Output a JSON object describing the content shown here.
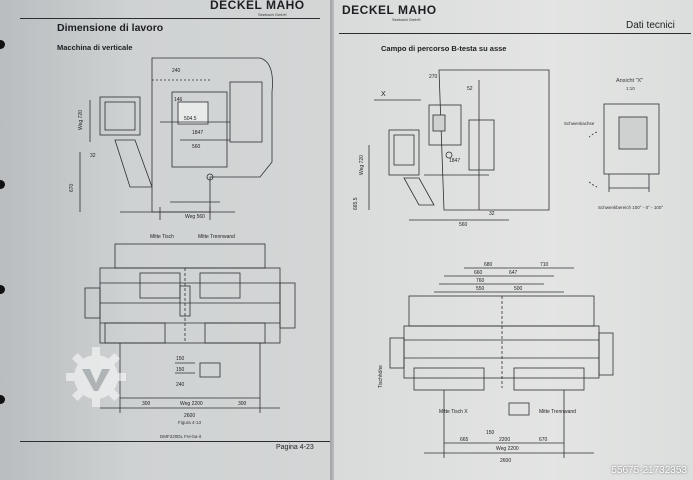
{
  "left_page": {
    "brand": "DECKEL MAHO",
    "brand_sub": "Seebach GmbH",
    "title": "Dimensione di lavoro",
    "subtitle": "Macchina di verticale",
    "dims_top": [
      "240",
      "146",
      "504.5",
      "1847",
      "560",
      "720",
      "670",
      "32",
      "Weg 720",
      "Weg 560"
    ],
    "labels_plan": [
      "Mitte Tisch",
      "Mitte Trennwand"
    ],
    "dims_bottom": [
      "150",
      "150",
      "240",
      "300",
      "Weg 2200",
      "300",
      "2600"
    ],
    "figure": "Figura 4-13",
    "footer_code": "DMF220DL Fre-ba-it",
    "page_num": "Pagina 4-23"
  },
  "right_page": {
    "brand": "DECKEL MAHO",
    "brand_sub": "Seebach GmbH",
    "header_right": "Dati tecnici",
    "subtitle": "Campo di percorso B-testa su asse",
    "ansicht": "Ansicht \"X\"",
    "ansicht_scale": "1:10",
    "schwenk_label": "Schwenkachse",
    "schwenk_range": "Schwenkbereich 100° - 0° - 100°",
    "x_label": "X",
    "dims_top": [
      "270",
      "52",
      "Weg 720",
      "1847",
      "665.5",
      "560",
      "32"
    ],
    "dims_plan_top": [
      "680",
      "710",
      "660",
      "647",
      "760",
      "550",
      "500"
    ],
    "labels_plan": [
      "Mitte Tisch X",
      "Mitte Trennwand"
    ],
    "tischhoehe": "Tischhöhe",
    "dims_bottom": [
      "150",
      "665",
      "2200",
      "670",
      "Weg 2200",
      "2600"
    ],
    "stamp": "55675-21732353"
  },
  "watermark_icon": "gear-logo-icon"
}
